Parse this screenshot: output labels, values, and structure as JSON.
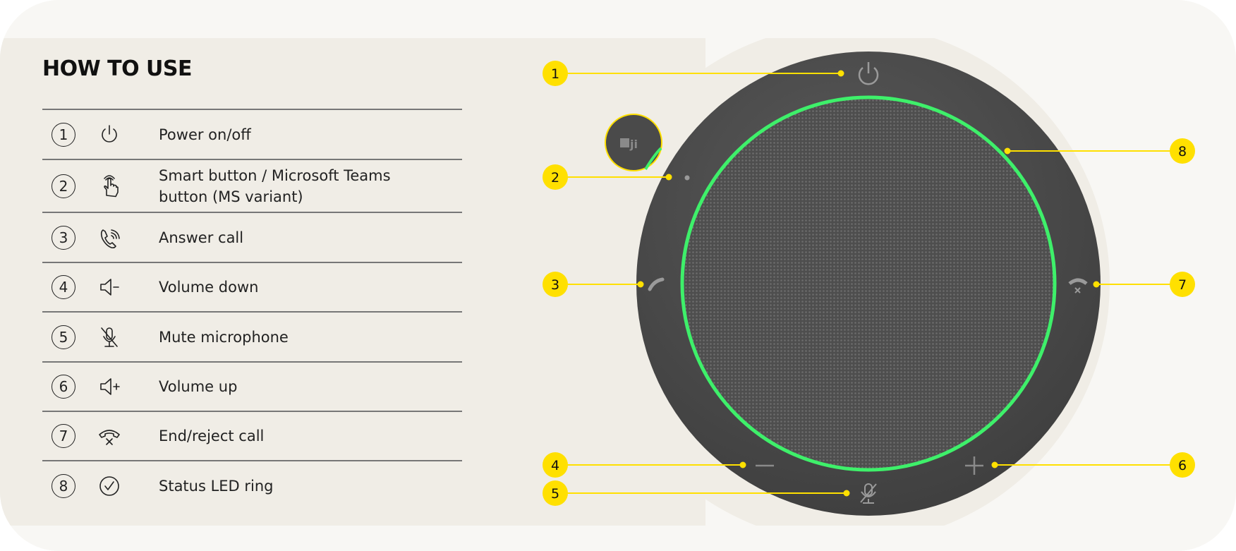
{
  "title": "HOW TO USE",
  "items": [
    {
      "number": "1",
      "icon": "power-icon",
      "label": "Power on/off"
    },
    {
      "number": "2",
      "icon": "smart-button-touch-icon",
      "label": "Smart button / Microsoft Teams button (MS variant)"
    },
    {
      "number": "3",
      "icon": "answer-call-icon",
      "label": "Answer call"
    },
    {
      "number": "4",
      "icon": "volume-down-icon",
      "label": "Volume down"
    },
    {
      "number": "5",
      "icon": "mute-microphone-icon",
      "label": "Mute microphone"
    },
    {
      "number": "6",
      "icon": "volume-up-icon",
      "label": "Volume up"
    },
    {
      "number": "7",
      "icon": "end-call-icon",
      "label": "End/reject call"
    },
    {
      "number": "8",
      "icon": "status-led-check-icon",
      "label": "Status LED ring"
    }
  ],
  "callouts": [
    "1",
    "2",
    "3",
    "4",
    "5",
    "6",
    "7",
    "8"
  ],
  "colors": {
    "callout": "#ffe000",
    "led_ring": "#3ef06a",
    "device": "#4a4a4a",
    "band": "#f0ede6",
    "card": "#f8f7f4"
  }
}
